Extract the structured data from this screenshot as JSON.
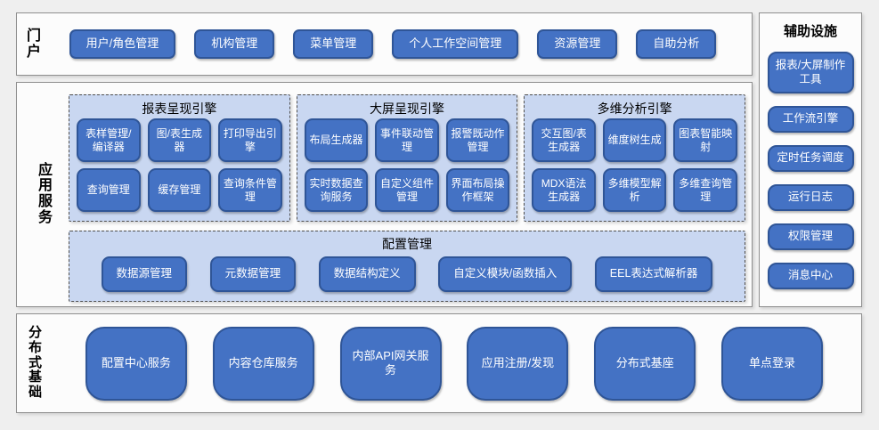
{
  "colors": {
    "button_fill": "#4472c4",
    "button_border": "#2f5597",
    "panel_bg": "#c9d7f1",
    "panel_dash_border": "#4f4f4f",
    "section_bg": "#fcfcfc",
    "page_bg": "#efefef"
  },
  "portal": {
    "label": "门户",
    "items": [
      "用户/角色管理",
      "机构管理",
      "菜单管理",
      "个人工作空间管理",
      "资源管理",
      "自助分析"
    ]
  },
  "app_services": {
    "label": "应用服务",
    "panels": [
      {
        "title": "报表呈现引擎",
        "items": [
          "表样管理/编译器",
          "图/表生成器",
          "打印导出引擎",
          "查询管理",
          "缓存管理",
          "查询条件管理"
        ]
      },
      {
        "title": "大屏呈现引擎",
        "items": [
          "布局生成器",
          "事件联动管理",
          "报警既动作管理",
          "实时数据查询服务",
          "自定义组件管理",
          "界面布局操作框架"
        ]
      },
      {
        "title": "多维分析引擎",
        "items": [
          "交互图/表生成器",
          "维度树生成",
          "图表智能映射",
          "MDX语法生成器",
          "多维模型解析",
          "多维查询管理"
        ]
      }
    ],
    "config": {
      "title": "配置管理",
      "items": [
        "数据源管理",
        "元数据管理",
        "数据结构定义",
        "自定义模块/函数插入",
        "EEL表达式解析器"
      ]
    }
  },
  "auxiliary": {
    "title": "辅助设施",
    "items": [
      "报表/大屏制作工具",
      "工作流引擎",
      "定时任务调度",
      "运行日志",
      "权限管理",
      "消息中心"
    ]
  },
  "distributed": {
    "label": "分布式基础",
    "items": [
      "配置中心服务",
      "内容仓库服务",
      "内部API网关服务",
      "应用注册/发现",
      "分布式基座",
      "单点登录"
    ]
  }
}
